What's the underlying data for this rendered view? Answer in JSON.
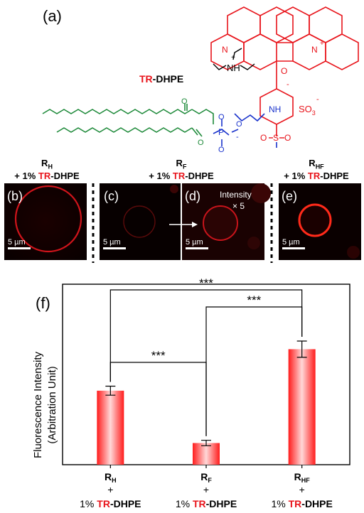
{
  "panel_a": {
    "label": "(a)",
    "molecule_name_red": "TR",
    "molecule_name_rest": "-DHPE",
    "counterion": "NH",
    "charge_plus": "+",
    "sulfonate": "SO",
    "sulfonate_sub": "3",
    "charge_minus": "-",
    "n_plus": "N",
    "sulfonyl_left": "O",
    "sulfonyl_s": "S",
    "sulfonyl_right": "O",
    "nh": "NH",
    "phosphate_p": "P",
    "ring_o": "O",
    "colors": {
      "dye": "#e8141b",
      "linker": "#1a33cc",
      "lipid": "#1e8a3a"
    }
  },
  "micrographs": {
    "groups": [
      {
        "name": "R",
        "sub": "H",
        "line2_prefix": "+ 1% ",
        "line2_red": "TR",
        "line2_rest": "-DHPE"
      },
      {
        "name": "R",
        "sub": "F",
        "line2_prefix": "+ 1% ",
        "line2_red": "TR",
        "line2_rest": "-DHPE"
      },
      {
        "name": "R",
        "sub": "HF",
        "line2_prefix": "+ 1% ",
        "line2_red": "TR",
        "line2_rest": "-DHPE"
      }
    ],
    "panels": [
      {
        "label": "(b)",
        "scale": "5 µm"
      },
      {
        "label": "(c)",
        "scale": "5 µm"
      },
      {
        "label": "(d)",
        "scale": "5 µm",
        "note1": "Intensity",
        "note2": "× 5"
      },
      {
        "label": "(e)",
        "scale": "5 µm"
      }
    ]
  },
  "chart_data": {
    "type": "bar",
    "panel_label": "(f)",
    "ylabel_line1": "Fluorescence Intensity",
    "ylabel_line2": "(Arbitration Unit)",
    "ylim": [
      0,
      100
    ],
    "grid": false,
    "bar_color": "#ff2a2a",
    "categories": [
      {
        "name": "R",
        "sub": "H",
        "plus": "+",
        "line3_prefix": "1% ",
        "line3_red": "TR",
        "line3_rest": "-DHPE"
      },
      {
        "name": "R",
        "sub": "F",
        "plus": "+",
        "line3_prefix": "1% ",
        "line3_red": "TR",
        "line3_rest": "-DHPE"
      },
      {
        "name": "R",
        "sub": "HF",
        "plus": "+",
        "line3_prefix": "1% ",
        "line3_red": "TR",
        "line3_rest": "-DHPE"
      }
    ],
    "values": [
      41,
      12,
      64
    ],
    "errors": [
      2.5,
      1.5,
      4.5
    ],
    "significance": [
      {
        "from": 0,
        "to": 1,
        "label": "***"
      },
      {
        "from": 1,
        "to": 2,
        "label": "***"
      },
      {
        "from": 0,
        "to": 2,
        "label": "***"
      }
    ]
  }
}
